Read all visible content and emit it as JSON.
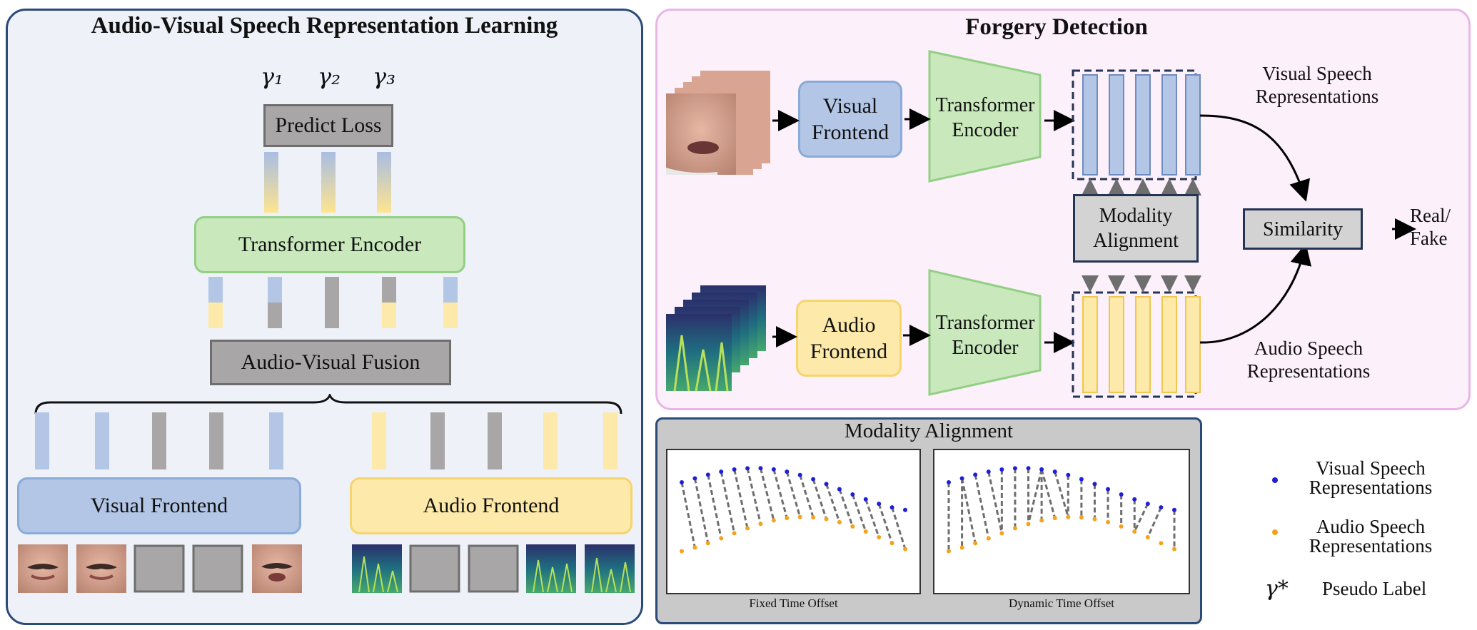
{
  "left_panel": {
    "title": "Audio-Visual Speech Representation Learning",
    "gamma_labels": [
      "γ₁",
      "γ₂",
      "γ₃"
    ],
    "predict_loss": "Predict Loss",
    "transformer_encoder": "Transformer Encoder",
    "fusion": "Audio-Visual Fusion",
    "visual_frontend": "Visual Frontend",
    "audio_frontend": "Audio Frontend"
  },
  "right_panel": {
    "title": "Forgery Detection",
    "visual_frontend": "Visual\nFrontend",
    "audio_frontend": "Audio\nFrontend",
    "transformer_encoder": "Transformer\nEncoder",
    "modality_alignment": "Modality\nAlignment",
    "similarity": "Similarity",
    "output": "Real/\nFake",
    "visual_repr": "Visual Speech\nRepresentations",
    "audio_repr": "Audio Speech\nRepresentations"
  },
  "alignment_panel": {
    "title": "Modality Alignment",
    "fixed_caption": "Fixed Time Offset",
    "dynamic_caption": "Dynamic Time Offset"
  },
  "legend": {
    "visual": "Visual Speech\nRepresentations",
    "audio": "Audio Speech\nRepresentations",
    "gamma_symbol": "γ*",
    "pseudo_label": "Pseudo Label"
  },
  "colors": {
    "blue": "#b3c6e6",
    "yellow": "#fde9a9",
    "gray": "#a8a6a6",
    "green": "#c9e9bd",
    "dot_blue": "#1f1fd6",
    "dot_orange": "#f5a31a"
  }
}
